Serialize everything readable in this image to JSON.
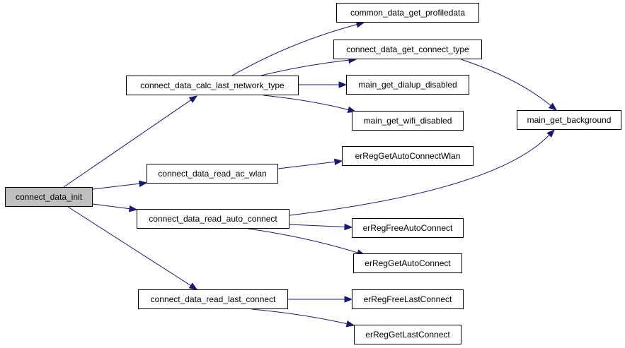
{
  "graph": {
    "colors": {
      "edge": "#191970",
      "node_border": "#000000",
      "root_fill": "#bfbfbf",
      "node_fill": "#ffffff"
    },
    "nodes": {
      "connect_data_init": {
        "label": "connect_data_init",
        "root": true
      },
      "connect_data_calc_last_network_type": {
        "label": "connect_data_calc_last_network_type"
      },
      "connect_data_read_ac_wlan": {
        "label": "connect_data_read_ac_wlan"
      },
      "connect_data_read_auto_connect": {
        "label": "connect_data_read_auto_connect"
      },
      "connect_data_read_last_connect": {
        "label": "connect_data_read_last_connect"
      },
      "common_data_get_profiledata": {
        "label": "common_data_get_profiledata"
      },
      "connect_data_get_connect_type": {
        "label": "connect_data_get_connect_type"
      },
      "main_get_dialup_disabled": {
        "label": "main_get_dialup_disabled"
      },
      "main_get_wifi_disabled": {
        "label": "main_get_wifi_disabled"
      },
      "main_get_background": {
        "label": "main_get_background"
      },
      "erRegGetAutoConnectWlan": {
        "label": "erRegGetAutoConnectWlan"
      },
      "erRegFreeAutoConnect": {
        "label": "erRegFreeAutoConnect"
      },
      "erRegGetAutoConnect": {
        "label": "erRegGetAutoConnect"
      },
      "erRegFreeLastConnect": {
        "label": "erRegFreeLastConnect"
      },
      "erRegGetLastConnect": {
        "label": "erRegGetLastConnect"
      }
    },
    "edges": [
      [
        "connect_data_init",
        "connect_data_calc_last_network_type"
      ],
      [
        "connect_data_init",
        "connect_data_read_ac_wlan"
      ],
      [
        "connect_data_init",
        "connect_data_read_auto_connect"
      ],
      [
        "connect_data_init",
        "connect_data_read_last_connect"
      ],
      [
        "connect_data_calc_last_network_type",
        "common_data_get_profiledata"
      ],
      [
        "connect_data_calc_last_network_type",
        "connect_data_get_connect_type"
      ],
      [
        "connect_data_calc_last_network_type",
        "main_get_dialup_disabled"
      ],
      [
        "connect_data_calc_last_network_type",
        "main_get_wifi_disabled"
      ],
      [
        "connect_data_get_connect_type",
        "main_get_background"
      ],
      [
        "connect_data_read_ac_wlan",
        "erRegGetAutoConnectWlan"
      ],
      [
        "connect_data_read_auto_connect",
        "main_get_background"
      ],
      [
        "connect_data_read_auto_connect",
        "erRegFreeAutoConnect"
      ],
      [
        "connect_data_read_auto_connect",
        "erRegGetAutoConnect"
      ],
      [
        "connect_data_read_last_connect",
        "erRegFreeLastConnect"
      ],
      [
        "connect_data_read_last_connect",
        "erRegGetLastConnect"
      ]
    ]
  }
}
